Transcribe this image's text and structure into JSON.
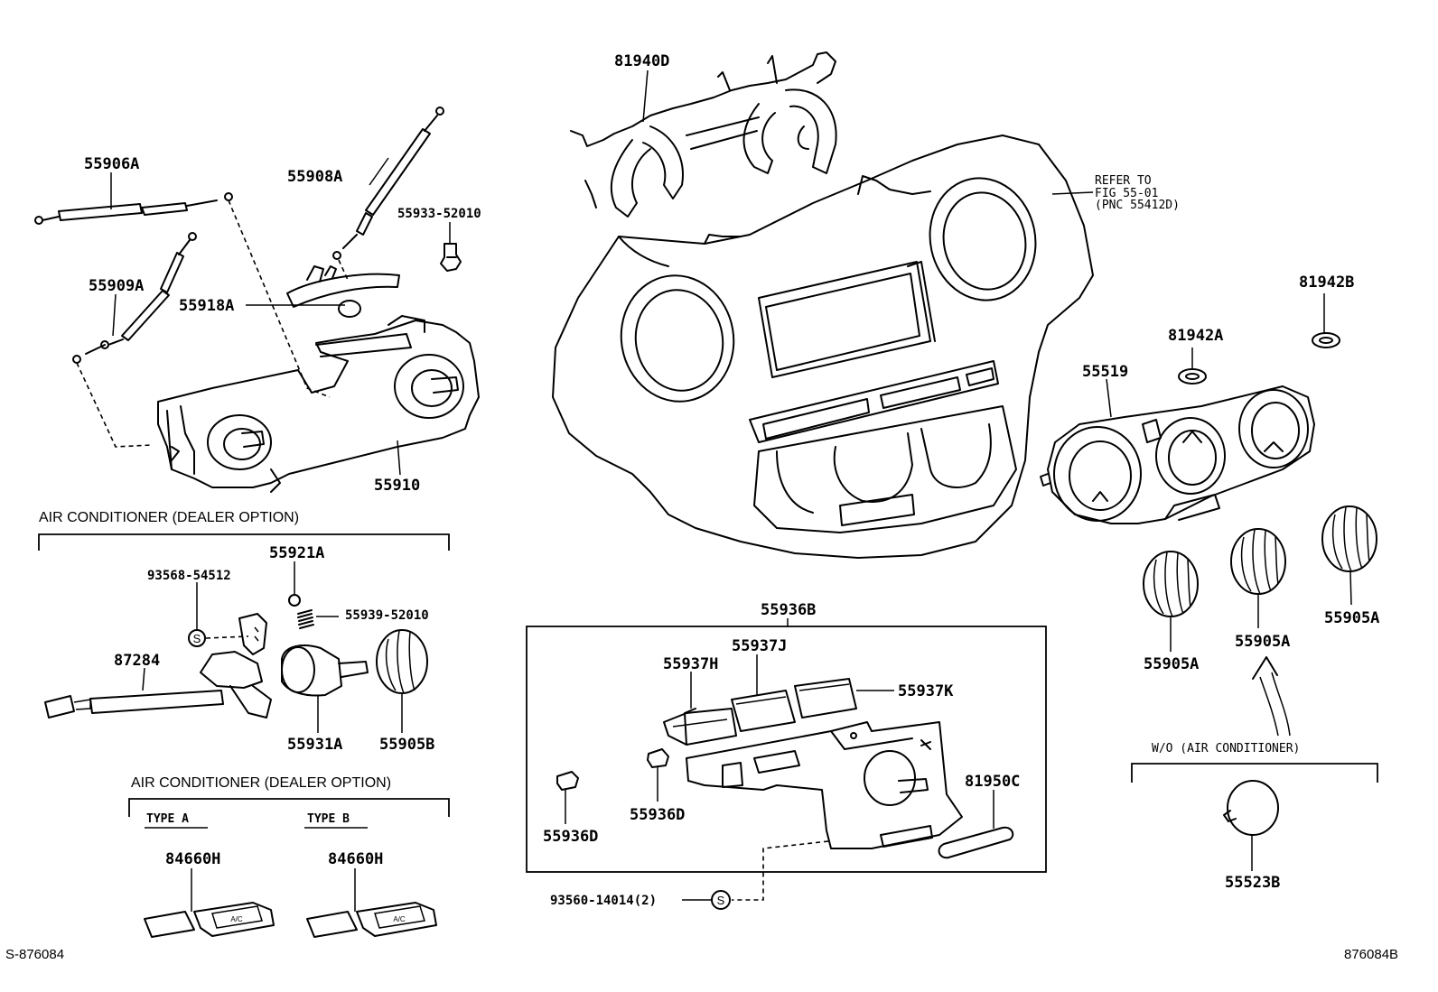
{
  "parts": {
    "p81940D": "81940D",
    "p55906A": "55906A",
    "p55908A": "55908A",
    "p55933": "55933-52010",
    "p55909A": "55909A",
    "p55918A": "55918A",
    "p55910": "55910",
    "p81942B": "81942B",
    "p81942A": "81942A",
    "p55519": "55519",
    "p55921A": "55921A",
    "p93568": "93568-54512",
    "p55939": "55939-52010",
    "p87284": "87284",
    "p55931A": "55931A",
    "p55905B": "55905B",
    "p55936B": "55936B",
    "p55937J": "55937J",
    "p55937H": "55937H",
    "p55937K": "55937K",
    "p55936D_left": "55936D",
    "p55936D_mid": "55936D",
    "p81950C": "81950C",
    "p93560": "93560-14014(2)",
    "p55905A_1": "55905A",
    "p55905A_2": "55905A",
    "p55905A_3": "55905A",
    "p55523B": "55523B",
    "p84660H_a": "84660H",
    "p84660H_b": "84660H"
  },
  "sections": {
    "ac_dealer_option_1": "AIR CONDITIONER (DEALER OPTION)",
    "ac_dealer_option_2": "AIR CONDITIONER (DEALER OPTION)",
    "type_a": "TYPE A",
    "type_b": "TYPE B",
    "wo_ac": "W/O (AIR CONDITIONER)"
  },
  "refer_note": {
    "line1": "REFER TO",
    "line2": "FIG 55-01",
    "line3": "(PNC 55412D)"
  },
  "symbols": {
    "screw_symbol": "S"
  },
  "footer": {
    "left_code": "S-876084",
    "right_code": "876084B"
  },
  "knob_text": {
    "ac": "A/C"
  }
}
